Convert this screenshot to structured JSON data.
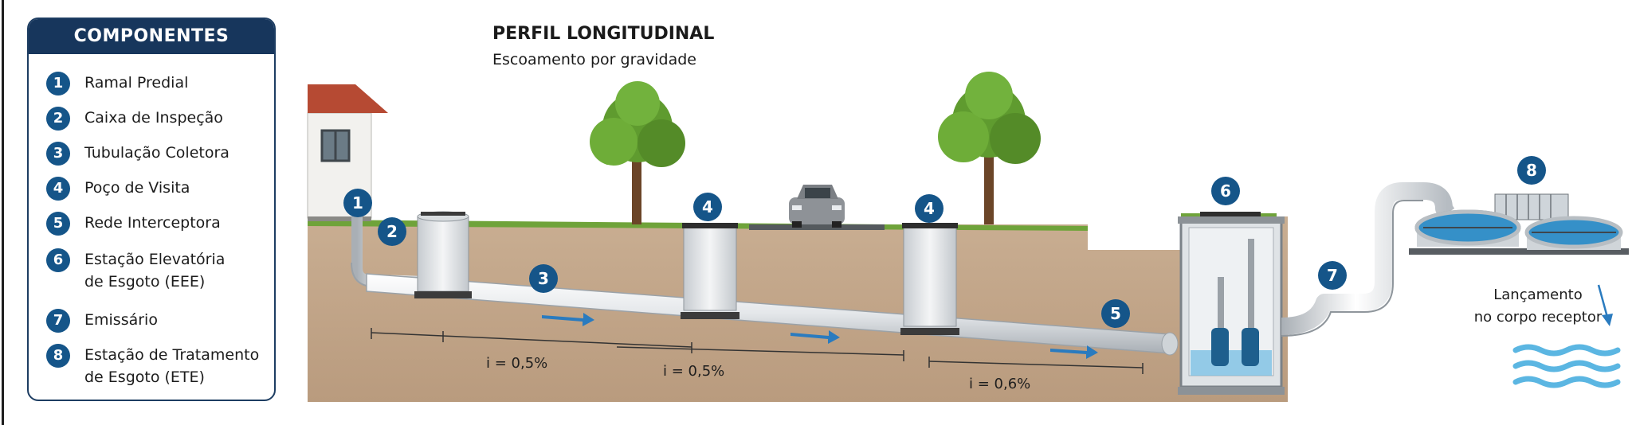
{
  "legend": {
    "title": "COMPONENTES",
    "items": [
      {
        "num": "1",
        "label": "Ramal Predial"
      },
      {
        "num": "2",
        "label": "Caixa de Inspeção"
      },
      {
        "num": "3",
        "label": "Tubulação Coletora"
      },
      {
        "num": "4",
        "label": "Poço de Visita"
      },
      {
        "num": "5",
        "label": "Rede Interceptora"
      },
      {
        "num": "6",
        "label": "Estação Elevatória\nde Esgoto (EEE)"
      },
      {
        "num": "7",
        "label": "Emissário"
      },
      {
        "num": "8",
        "label": "Estação de Tratamento\nde Esgoto (ETE)"
      }
    ]
  },
  "diagram": {
    "title": "PERFIL LONGITUDINAL",
    "subtitle": "Escoamento por gravidade",
    "badges": [
      "1",
      "2",
      "3",
      "4",
      "4",
      "5",
      "6",
      "7",
      "8"
    ],
    "slopes": [
      "i = 0,5%",
      "i = 0,5%",
      "i = 0,6%"
    ],
    "discharge_line1": "Lançamento",
    "discharge_line2": "no corpo receptor"
  },
  "colors": {
    "badge": "#155589",
    "header": "#17365c",
    "soil": "#c2a68a",
    "pipe": "#e6e9ec",
    "roof": "#b64a33",
    "tree": "#5f9b2f",
    "water": "#4aa9d8",
    "flow_arrow": "#2a7bbf"
  }
}
